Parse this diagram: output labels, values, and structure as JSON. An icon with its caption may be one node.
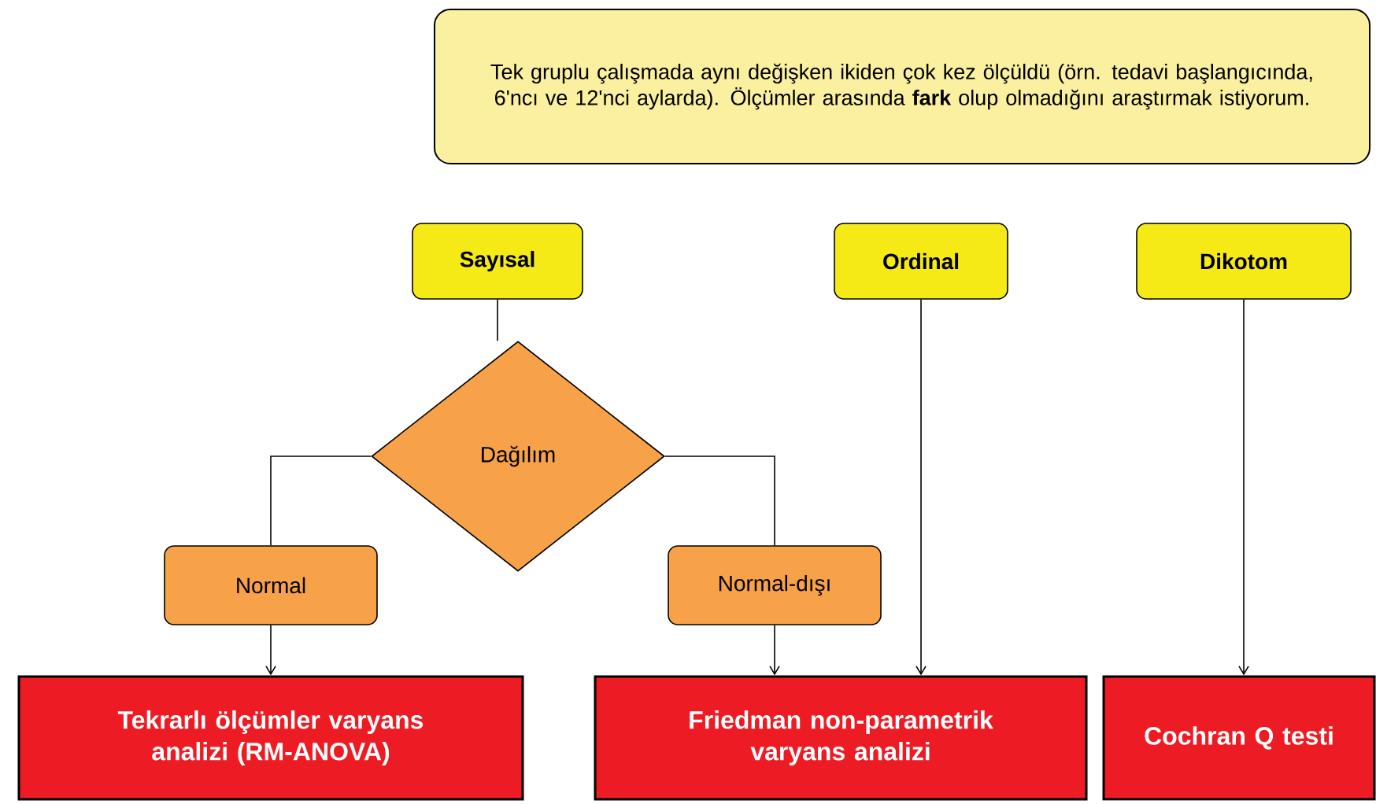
{
  "diagram": {
    "nodes": [
      {
        "text": [
          "Tek gruplu çalışmada aynı değişken ikiden çok kez ölçüldü (örn. tedavi başlangıcında, 6'ncı ve 12'nci aylarda). Ölçümler arasında **fark** olup olmadığını araştırmak istiyorum."
        ]
      },
      {
        "text": [
          "Sayısal"
        ]
      },
      {
        "text": [
          "Ordinal"
        ]
      },
      {
        "text": [
          "Dikotom"
        ]
      },
      {
        "text": [
          "Dağılım"
        ]
      },
      {
        "text": [
          "Normal"
        ]
      },
      {
        "text": [
          "Normal-dışı"
        ]
      },
      {
        "text": [
          "Tekrarlı ölçümler varyans analizi (RM-ANOVA)"
        ]
      },
      {
        "text": [
          "Friedman non-parametrik varyans analizi"
        ]
      },
      {
        "text": [
          "Cochran Q testi"
        ]
      }
    ],
    "edges": [
      {
        "from": 1,
        "to": 4,
        "arrow": "none"
      },
      {
        "from": 4,
        "to": 5,
        "arrow": "none"
      },
      {
        "from": 4,
        "to": 6,
        "arrow": "none"
      },
      {
        "from": 5,
        "to": 7,
        "arrow": "to"
      },
      {
        "from": 6,
        "to": 8,
        "arrow": "to"
      },
      {
        "from": 2,
        "to": 8,
        "arrow": "to"
      },
      {
        "from": 3,
        "to": 9,
        "arrow": "to"
      }
    ]
  }
}
